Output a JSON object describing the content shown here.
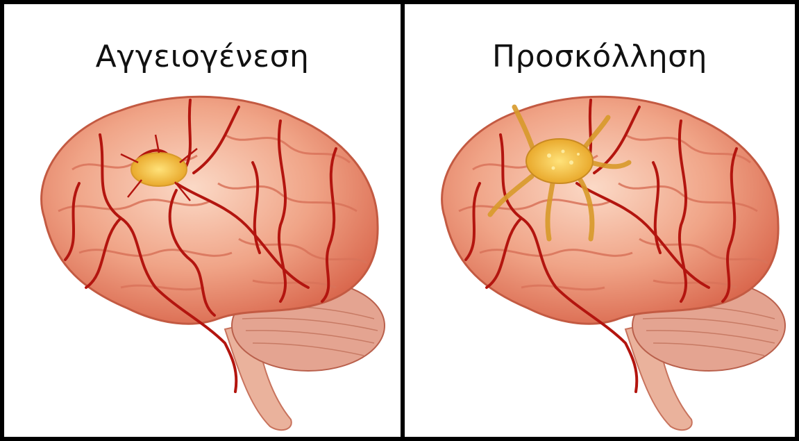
{
  "panels": [
    {
      "title": "Αγγειογένεση",
      "tumor": "compact"
    },
    {
      "title": "Προσκόλληση",
      "tumor": "spreading"
    }
  ],
  "colors": {
    "frame": "#000000",
    "brain_light": "#f6c3a8",
    "brain_mid": "#e98a6b",
    "brain_dark": "#c9513c",
    "vessel": "#b3150f",
    "tumor": "#f2c040",
    "cerebellum": "#e2a08a"
  }
}
